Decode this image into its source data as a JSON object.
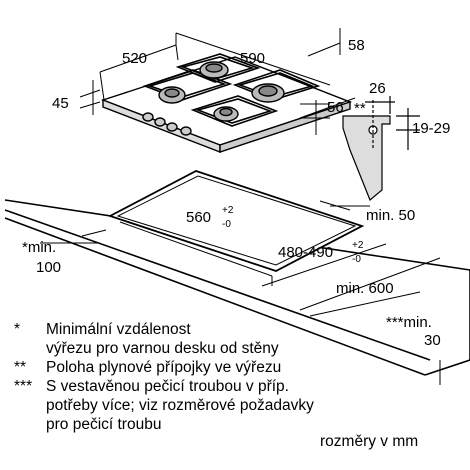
{
  "dimensions": {
    "hob_depth": "520",
    "hob_width": "590",
    "burner_offset": "58",
    "hob_height": "45",
    "side_offset": "56",
    "gas_conn_x": "26",
    "gas_conn_marker": "**",
    "gas_conn_height": "19-29",
    "cutout_width_base": "560",
    "cutout_width_tol_plus": "+2",
    "cutout_width_tol_minus": "-0",
    "cutout_depth_base": "480-490",
    "cutout_depth_tol_plus": "+2",
    "cutout_depth_tol_minus": "-0",
    "min_back": "min. 50",
    "min_side_line1": "*min.",
    "min_side_line2": "100",
    "min_front": "min. 600",
    "min_oven_line1": "***min.",
    "min_oven_line2": "30"
  },
  "notes": [
    {
      "mark": "*",
      "lines": [
        "Minimální vzdálenost",
        "výřezu pro varnou desku od stěny"
      ]
    },
    {
      "mark": "**",
      "lines": [
        "Poloha plynové přípojky ve výřezu"
      ]
    },
    {
      "mark": "***",
      "lines": [
        "S vestavěnou pečicí troubou v příp.",
        "potřeby více; viz rozměrové požadavky",
        "pro pečicí troubu"
      ]
    }
  ],
  "units_label": "rozměry v mm"
}
